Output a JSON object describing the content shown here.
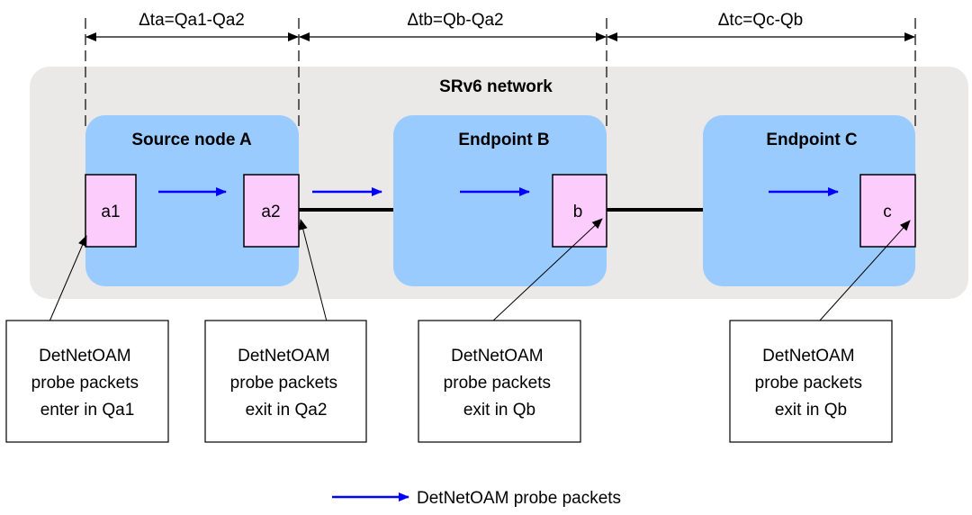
{
  "measurements": {
    "ta": "Δta=Qa1-Qa2",
    "tb": "Δtb=Qb-Qa2",
    "tc": "Δtc=Qc-Qb"
  },
  "network": {
    "label": "SRv6 network"
  },
  "nodes": {
    "a": {
      "title": "Source node A"
    },
    "b": {
      "title": "Endpoint B"
    },
    "c": {
      "title": "Endpoint C"
    }
  },
  "ports": {
    "a1": "a1",
    "a2": "a2",
    "b": "b",
    "c": "c"
  },
  "callouts": {
    "a1": [
      "DetNetOAM",
      "probe packets",
      "enter in Qa1"
    ],
    "a2": [
      "DetNetOAM",
      "probe packets",
      "exit in Qa2"
    ],
    "b": [
      "DetNetOAM",
      "probe packets",
      "exit in Qb"
    ],
    "c": [
      "DetNetOAM",
      "probe packets",
      "exit in Qb"
    ]
  },
  "legend": {
    "label": "DetNetOAM probe packets"
  },
  "colors": {
    "network_bg": "#ebe9e8",
    "node_fill": "#9acbfe",
    "port_fill": "#fcccfc",
    "probe_arrow": "#0000ff",
    "link": "#000000"
  }
}
